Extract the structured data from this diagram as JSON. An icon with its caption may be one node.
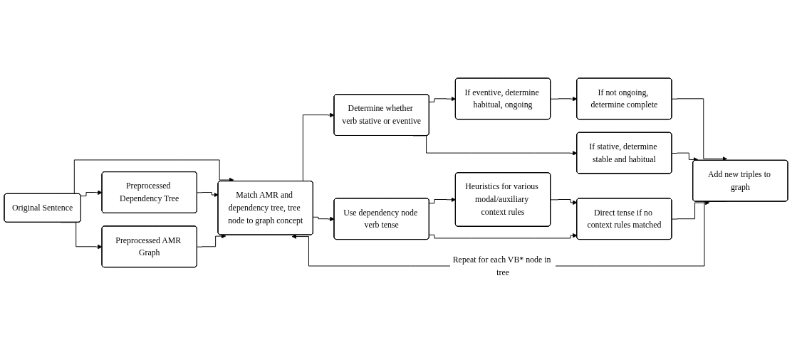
{
  "diagram": {
    "nodes": [
      {
        "text": [
          "Original Sentence"
        ]
      },
      {
        "text": [
          "Preprocessed Dependency Tree"
        ]
      },
      {
        "text": [
          "Preprocessed AMR Graph"
        ]
      },
      {
        "text": [
          "Match AMR and dependency tree, tree node to graph concept"
        ]
      },
      {
        "text": [
          "Determine whether verb stative or eventive"
        ]
      },
      {
        "text": [
          "Use dependency node verb tense"
        ]
      },
      {
        "text": [
          "If eventive, determine habitual, ongoing"
        ]
      },
      {
        "text": [
          "If not ongoing, determine complete"
        ]
      },
      {
        "text": [
          "If stative, determine stable and habitual"
        ]
      },
      {
        "text": [
          "Heuristics for various modal/auxiliary context rules"
        ]
      },
      {
        "text": [
          "Direct tense if no context rules matched"
        ]
      },
      {
        "text": [
          "Add new triples to graph"
        ]
      }
    ],
    "edges": [
      {
        "from": 0,
        "to": 1,
        "arrow": "to"
      },
      {
        "from": 0,
        "to": 3,
        "arrow": "to"
      },
      {
        "from": 0,
        "to": 2,
        "arrow": "to"
      },
      {
        "from": 1,
        "to": 3,
        "arrow": "to"
      },
      {
        "from": 2,
        "to": 3,
        "arrow": "to"
      },
      {
        "from": 3,
        "to": 4,
        "arrow": "to"
      },
      {
        "from": 3,
        "to": 5,
        "arrow": "to"
      },
      {
        "from": 4,
        "to": 6,
        "arrow": "to"
      },
      {
        "from": 4,
        "to": 8,
        "arrow": "to"
      },
      {
        "from": 6,
        "to": 7,
        "arrow": "to"
      },
      {
        "from": 7,
        "to": 11,
        "arrow": "to"
      },
      {
        "from": 8,
        "to": 11,
        "arrow": "to"
      },
      {
        "from": 5,
        "to": 9,
        "arrow": "to"
      },
      {
        "from": 9,
        "to": 10,
        "arrow": "to"
      },
      {
        "from": 5,
        "to": 10,
        "arrow": "to"
      },
      {
        "from": 10,
        "to": 11,
        "arrow": "to"
      },
      {
        "from": 11,
        "to": 3,
        "arrow": "to",
        "label": "Repeat for each VB* node in tree"
      }
    ]
  }
}
